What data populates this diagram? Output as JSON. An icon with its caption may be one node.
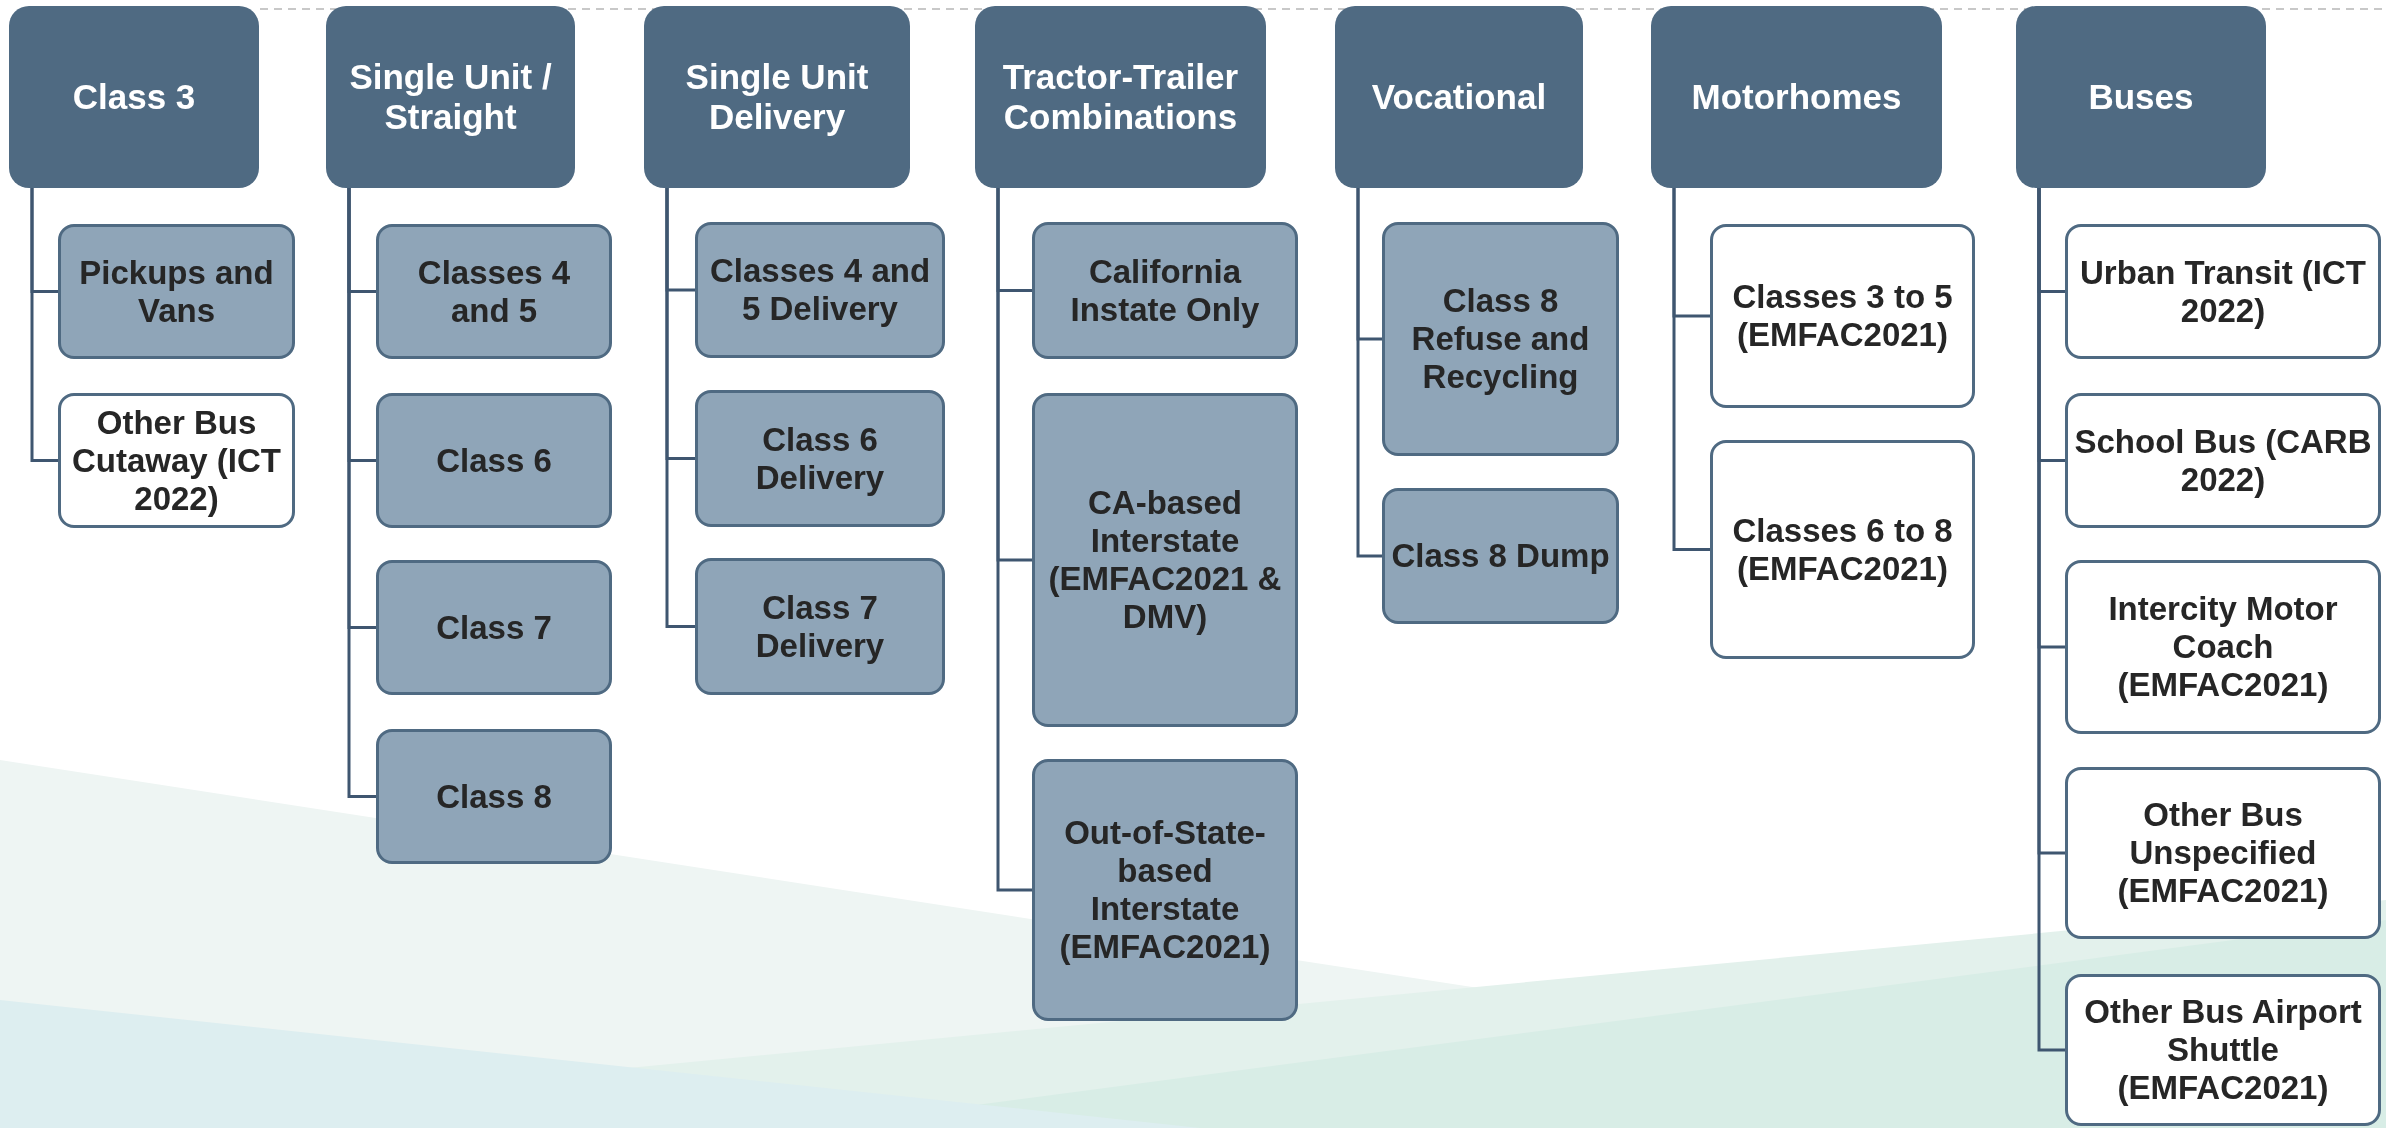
{
  "diagram": {
    "nodes": [
      {
        "text": [
          "Class 3"
        ]
      },
      {
        "text": [
          "Pickups and Vans"
        ]
      },
      {
        "text": [
          "Other Bus Cutaway (ICT 2022)"
        ]
      },
      {
        "text": [
          "Single Unit / Straight"
        ]
      },
      {
        "text": [
          "Classes 4 and 5"
        ]
      },
      {
        "text": [
          "Class 6"
        ]
      },
      {
        "text": [
          "Class 7"
        ]
      },
      {
        "text": [
          "Class 8"
        ]
      },
      {
        "text": [
          "Single Unit Delivery"
        ]
      },
      {
        "text": [
          "Classes 4 and 5 Delivery"
        ]
      },
      {
        "text": [
          "Class 6 Delivery"
        ]
      },
      {
        "text": [
          "Class 7 Delivery"
        ]
      },
      {
        "text": [
          "Tractor-Trailer Combinations"
        ]
      },
      {
        "text": [
          "California Instate Only"
        ]
      },
      {
        "text": [
          "CA-based Interstate (EMFAC2021 & DMV)"
        ]
      },
      {
        "text": [
          "Out-of-State-based Interstate (EMFAC2021)"
        ]
      },
      {
        "text": [
          "Vocational"
        ]
      },
      {
        "text": [
          "Class 8 Refuse and Recycling"
        ]
      },
      {
        "text": [
          "Class 8 Dump"
        ]
      },
      {
        "text": [
          "Motorhomes"
        ]
      },
      {
        "text": [
          "Classes 3 to 5 (EMFAC2021)"
        ]
      },
      {
        "text": [
          "Classes 6 to 8 (EMFAC2021)"
        ]
      },
      {
        "text": [
          "Buses"
        ]
      },
      {
        "text": [
          "Urban Transit (ICT 2022)"
        ]
      },
      {
        "text": [
          "School Bus (CARB 2022)"
        ]
      },
      {
        "text": [
          "Intercity Motor Coach (EMFAC2021)"
        ]
      },
      {
        "text": [
          "Other Bus Unspecified (EMFAC2021)"
        ]
      },
      {
        "text": [
          "Other Bus Airport Shuttle (EMFAC2021)"
        ]
      }
    ],
    "edges": [
      {
        "from": 0,
        "to": 1,
        "arrow": "none"
      },
      {
        "from": 0,
        "to": 2,
        "arrow": "none"
      },
      {
        "from": 3,
        "to": 4,
        "arrow": "none"
      },
      {
        "from": 3,
        "to": 5,
        "arrow": "none"
      },
      {
        "from": 3,
        "to": 6,
        "arrow": "none"
      },
      {
        "from": 3,
        "to": 7,
        "arrow": "none"
      },
      {
        "from": 8,
        "to": 9,
        "arrow": "none"
      },
      {
        "from": 8,
        "to": 10,
        "arrow": "none"
      },
      {
        "from": 8,
        "to": 11,
        "arrow": "none"
      },
      {
        "from": 12,
        "to": 13,
        "arrow": "none"
      },
      {
        "from": 12,
        "to": 14,
        "arrow": "none"
      },
      {
        "from": 12,
        "to": 15,
        "arrow": "none"
      },
      {
        "from": 16,
        "to": 17,
        "arrow": "none"
      },
      {
        "from": 16,
        "to": 18,
        "arrow": "none"
      },
      {
        "from": 19,
        "to": 20,
        "arrow": "none"
      },
      {
        "from": 19,
        "to": 21,
        "arrow": "none"
      },
      {
        "from": 22,
        "to": 23,
        "arrow": "none"
      },
      {
        "from": 22,
        "to": 24,
        "arrow": "none"
      },
      {
        "from": 22,
        "to": 25,
        "arrow": "none"
      },
      {
        "from": 22,
        "to": 26,
        "arrow": "none"
      },
      {
        "from": 22,
        "to": 27,
        "arrow": "none"
      }
    ]
  }
}
